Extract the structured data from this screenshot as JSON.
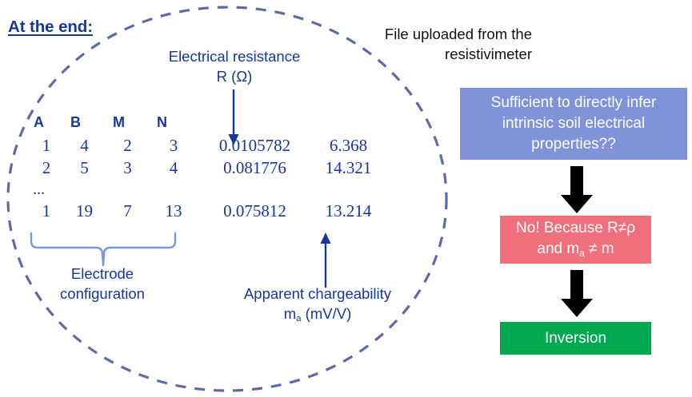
{
  "slide": {
    "title": "At the end:",
    "file_note_line1": "File uploaded from the",
    "file_note_line2": "resistivimeter"
  },
  "annotations": {
    "resistance_line1": "Electrical resistance",
    "resistance_line2": "R (Ω)",
    "chargeability_line1": "Apparent chargeability",
    "chargeability_line2_pre": "m",
    "chargeability_line2_sub": "a",
    "chargeability_line2_post": " (mV/V)",
    "electrode_line1": "Electrode",
    "electrode_line2": "configuration"
  },
  "table": {
    "headers": [
      "A",
      "B",
      "M",
      "N"
    ],
    "ellipsis": "...",
    "rows": [
      [
        "1",
        "4",
        "2",
        "3",
        "0.0105782",
        "6.368"
      ],
      [
        "2",
        "5",
        "3",
        "4",
        "0.081776",
        "14.321"
      ]
    ],
    "last_row": [
      "1",
      "19",
      "7",
      "13",
      "0.075812",
      "13.214"
    ]
  },
  "flow": {
    "question_line1": "Sufficient to directly infer",
    "question_line2": "intrinsic soil electrical",
    "question_line3": "properties??",
    "answer_line1": "No! Because R≠ρ",
    "answer_line2_pre": "and m",
    "answer_line2_sub": "a",
    "answer_line2_post": " ≠ m",
    "inversion_label": "Inversion"
  },
  "colors": {
    "dark_blue": "#17379b",
    "ellipse_stroke": "#5b6ba5",
    "brace_blue": "#7a95d8",
    "question_box": "#8093d8",
    "answer_box": "#ef6f7c",
    "inversion_box": "#00a84f",
    "arrow_black": "#000000",
    "text_black": "#111111"
  }
}
